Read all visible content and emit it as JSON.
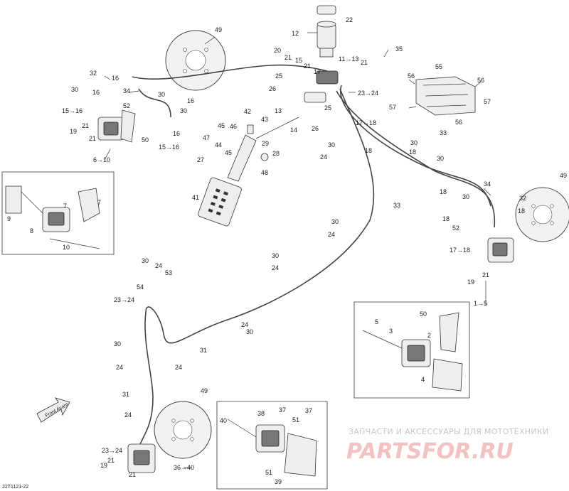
{
  "callouts": {
    "c1": "12",
    "c2": "22",
    "c3": "49",
    "c4": "20",
    "c5": "21",
    "c6": "15",
    "c7": "11→13",
    "c8": "21",
    "c9": "35",
    "c10": "25",
    "c11": "21",
    "c12": "17",
    "c13": "32",
    "c14": "16",
    "c15": "30",
    "c16": "16",
    "c17": "34",
    "c18": "26",
    "c19": "23→24",
    "c20": "56",
    "c21": "55",
    "c22": "56",
    "c23": "30",
    "c24": "16",
    "c25": "52",
    "c26": "13",
    "c27": "25",
    "c28": "57",
    "c29": "15→16",
    "c30": "30",
    "c31": "42",
    "c32": "14",
    "c33": "26",
    "c34": "33",
    "c35": "57",
    "c36": "56",
    "c37": "21",
    "c38": "16",
    "c39": "43",
    "c40": "17→18",
    "c41": "45",
    "c42": "46",
    "c43": "29",
    "c44": "19",
    "c45": "21",
    "c46": "47",
    "c47": "44",
    "c48": "45",
    "c49": "28",
    "c50": "30",
    "c51": "18",
    "c52": "30",
    "c53": "21",
    "c54": "50",
    "c55": "15→16",
    "c56": "24",
    "c57": "27",
    "c58": "48",
    "c59": "18",
    "c60": "30",
    "c61": "6→10",
    "c62": "34",
    "c63": "49",
    "c64": "7",
    "c65": "7",
    "c66": "9",
    "c67": "41",
    "c68": "18",
    "c69": "33",
    "c70": "30",
    "c71": "32",
    "c72": "18",
    "c73": "8",
    "c74": "52",
    "c75": "30",
    "c76": "10",
    "c77": "18",
    "c78": "24",
    "c79": "17→18",
    "c80": "30",
    "c81": "24",
    "c82": "21",
    "c83": "30",
    "c84": "24",
    "c85": "19",
    "c86": "53",
    "c87": "54",
    "c88": "23→24",
    "c89": "1→5",
    "c90": "24",
    "c91": "50",
    "c92": "5",
    "c93": "3",
    "c94": "2",
    "c95": "30",
    "c96": "30",
    "c97": "31",
    "c98": "24",
    "c99": "24",
    "c100": "4",
    "c101": "31",
    "c102": "24",
    "c103": "49",
    "c104": "40",
    "c105": "38",
    "c106": "37",
    "c107": "37",
    "c108": "51",
    "c109": "23→24",
    "c110": "21",
    "c111": "19",
    "c112": "21",
    "c113": "36→40",
    "c114": "51",
    "c115": "39"
  },
  "front_arrow_label": "Front Avant",
  "figure_code": "22T1121-22",
  "watermark": {
    "tagline": "ЗАПЧАСТИ И АКСЕССУАРЫ ДЛЯ МОТОТЕХНИКИ",
    "brand": "PARTSFOR.RU"
  }
}
